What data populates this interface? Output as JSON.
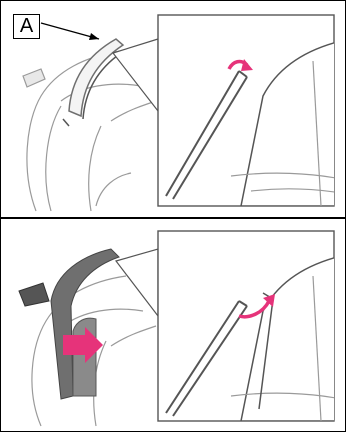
{
  "label": "A",
  "colors": {
    "line": "#555555",
    "light_line": "#9a9a9a",
    "accent": "#e6337a",
    "frame": "#000000",
    "panel_bg": "#ffffff",
    "dark_fill": "#6f6f6f",
    "mid_fill": "#8a8a8a"
  },
  "panels": [
    {
      "name": "top",
      "step": "folding-curve-arrow"
    },
    {
      "name": "bottom",
      "step": "push-arrow-and-curve-arrow"
    }
  ]
}
